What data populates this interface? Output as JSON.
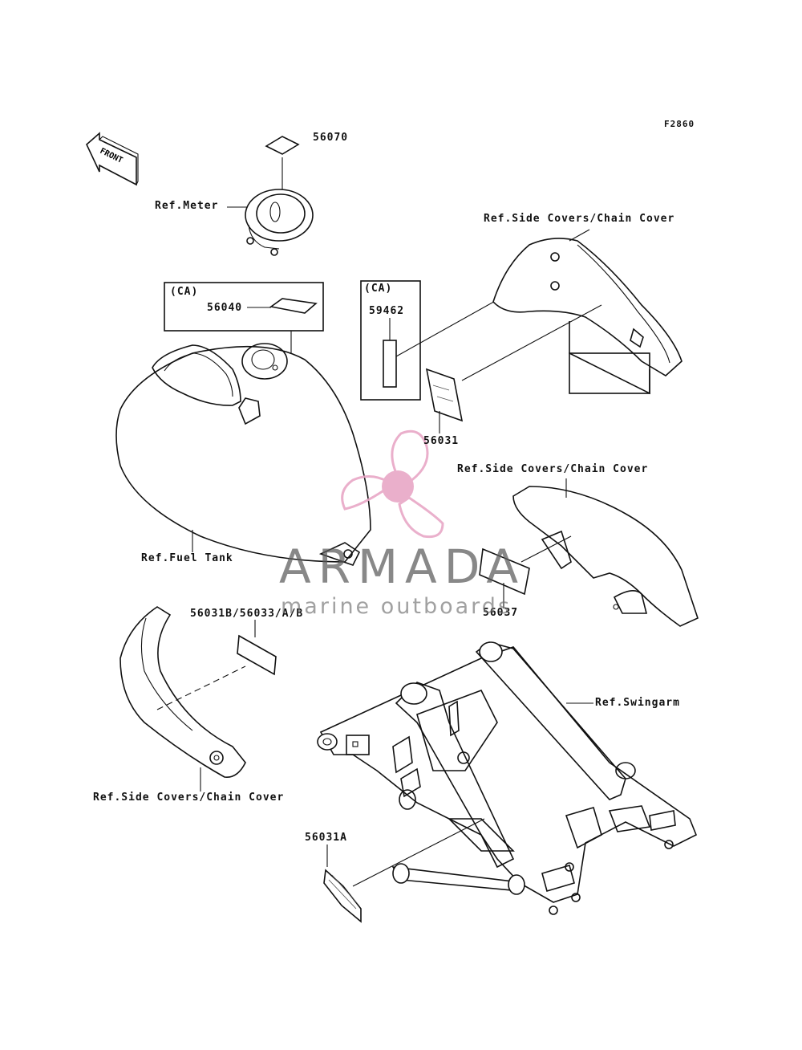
{
  "figure_code": "F2860",
  "front_indicator": "FRONT",
  "watermark": {
    "name": "ARMADA",
    "tagline": "marine outboards",
    "color": "#e8a7c6"
  },
  "boxes": {
    "left": {
      "code": "(CA)",
      "part": "56040"
    },
    "right": {
      "code": "(CA)",
      "part": "59462"
    }
  },
  "parts": {
    "meter_decal": "56070",
    "side_cover_decal": "56031",
    "chain_cover_decal": "56037",
    "left_cover_decal": "56031B/56033/A/B",
    "swingarm_decal": "56031A"
  },
  "references": {
    "meter": "Ref.Meter",
    "side_covers_top": "Ref.Side Covers/Chain Cover",
    "side_covers_mid": "Ref.Side Covers/Chain Cover",
    "fuel_tank": "Ref.Fuel Tank",
    "swingarm": "Ref.Swingarm",
    "side_covers_bottom": "Ref.Side Covers/Chain Cover"
  }
}
